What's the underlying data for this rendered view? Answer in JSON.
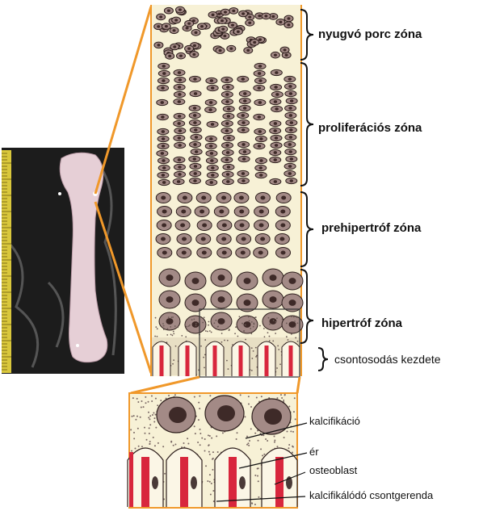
{
  "zones": [
    {
      "label": "nyugvó porc zóna"
    },
    {
      "label": "proliferációs zóna"
    },
    {
      "label": "prehipertróf zóna"
    },
    {
      "label": "hipertróf zóna"
    },
    {
      "label": "csontosodás kezdete"
    }
  ],
  "detail_labels": [
    {
      "label": "kalcifikáció"
    },
    {
      "label": "ér"
    },
    {
      "label": "osteoblast"
    },
    {
      "label": "kalcifikálódó csontgerenda"
    }
  ],
  "colors": {
    "cartilage_bg": "#f7f1d6",
    "cell": "#a38a86",
    "nucleus": "#3e2a28",
    "vessel": "#d8263d",
    "connector": "#f0982a",
    "bone_photo_bg": "#1b1b1b",
    "ruler": "#d8c53a"
  }
}
